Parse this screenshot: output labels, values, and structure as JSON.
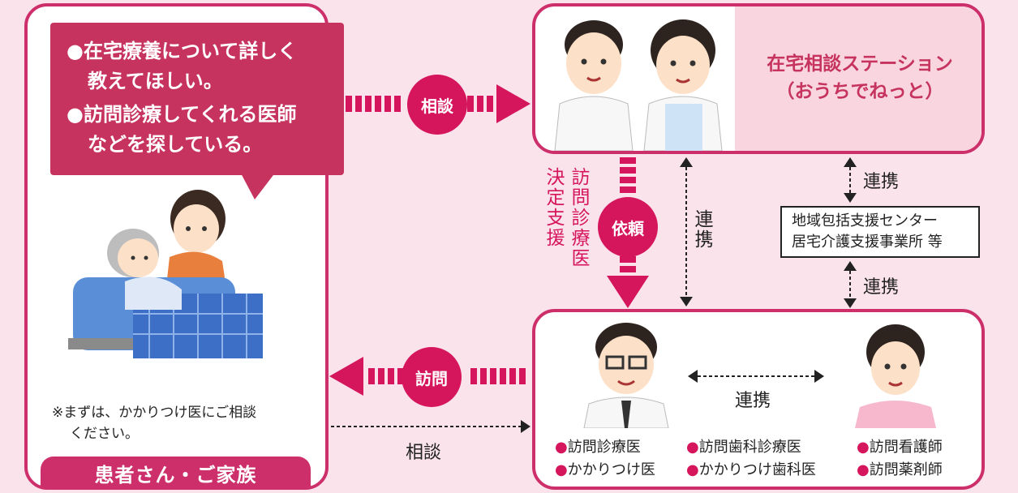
{
  "patient": {
    "bubble_lines": [
      "●在宅療養について詳しく",
      "教えてほしい。",
      "●訪問診療してくれる医師",
      "などを探している。"
    ],
    "note_lines": [
      "※まずは、かかりつけ医にご相談",
      "ください。"
    ],
    "banner": "患者さん・ご家族"
  },
  "station": {
    "title_line1": "在宅相談ステーション",
    "title_line2": "（おうちでねっと）"
  },
  "arrows": {
    "consult": "相談",
    "request": "依頼",
    "visit": "訪問",
    "consult_bottom": "相談",
    "support_col1": "訪問診療医",
    "support_col2": "決定支援",
    "link_vertical": "連携",
    "link_right_top": "連携",
    "link_right_bottom": "連携",
    "link_doctors": "連携"
  },
  "center": {
    "line1": "地域包括支援センター",
    "line2": "居宅介護支援事業所 等"
  },
  "roles": {
    "col1": [
      "訪問診療医",
      "かかりつけ医"
    ],
    "col2": [
      "訪問歯科診療医",
      "かかりつけ歯科医"
    ],
    "col3": [
      "訪問看護師",
      "訪問薬剤師"
    ]
  },
  "colors": {
    "accent": "#cc2f6a",
    "arrow": "#d6165c",
    "background": "#fbe3ec",
    "station_fill": "#f9d6df"
  }
}
